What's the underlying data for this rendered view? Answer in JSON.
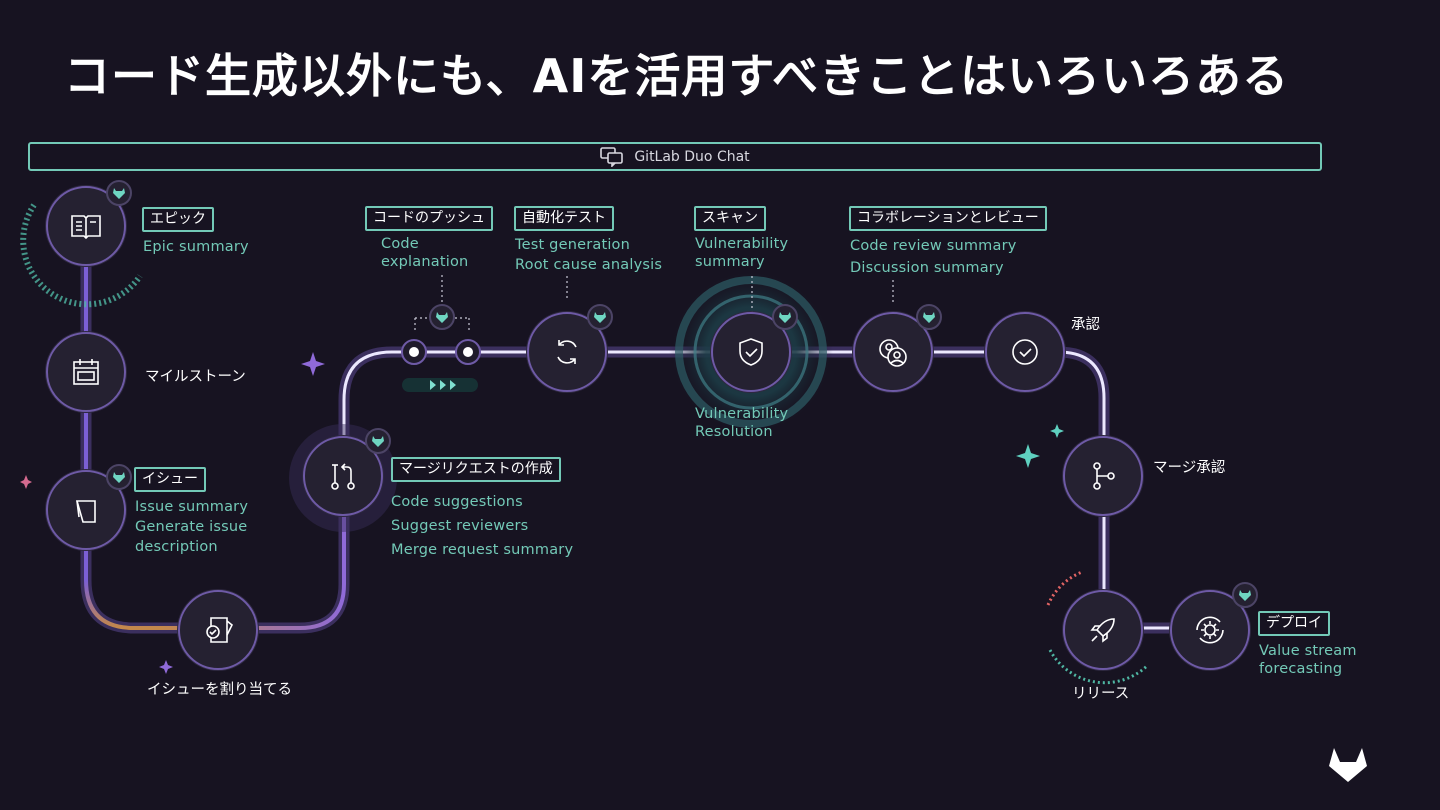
{
  "title": "コード生成以外にも、AIを活用すべきことはいろいろある",
  "chat_bar": {
    "label": "GitLab Duo Chat",
    "icon": "chat-bubbles-icon"
  },
  "colors": {
    "background": "#171321",
    "teal": "#73c9b7",
    "purple": "#7b5fd4",
    "orange": "#c4884a"
  },
  "stages": {
    "epic": {
      "tag": "エピック",
      "items": "Epic summary"
    },
    "milestone": {
      "label": "マイルストーン"
    },
    "issue": {
      "tag": "イシュー",
      "items": "Issue summary\nGenerate issue\ndescription"
    },
    "assign": {
      "label": "イシューを割り当てる"
    },
    "merge_request": {
      "tag": "マージリクエストの作成",
      "items": "Code suggestions\nSuggest reviewers\nMerge request summary"
    },
    "code_push": {
      "tag": "コードのプッシュ",
      "items": "Code\nexplanation"
    },
    "automated_test": {
      "tag": "自動化テスト",
      "items": "Test generation\nRoot cause analysis"
    },
    "scan": {
      "tag": "スキャン",
      "items": "Vulnerability\nsummary",
      "bottom": "Vulnerability\nResolution"
    },
    "collaboration": {
      "tag": "コラボレーションとレビュー",
      "items": "Code review summary\nDiscussion summary"
    },
    "approval": {
      "label": "承認"
    },
    "merge_approval": {
      "label": "マージ承認"
    },
    "release": {
      "label": "リリース"
    },
    "deploy": {
      "tag": "デプロイ",
      "items": "Value stream\nforecasting"
    }
  }
}
